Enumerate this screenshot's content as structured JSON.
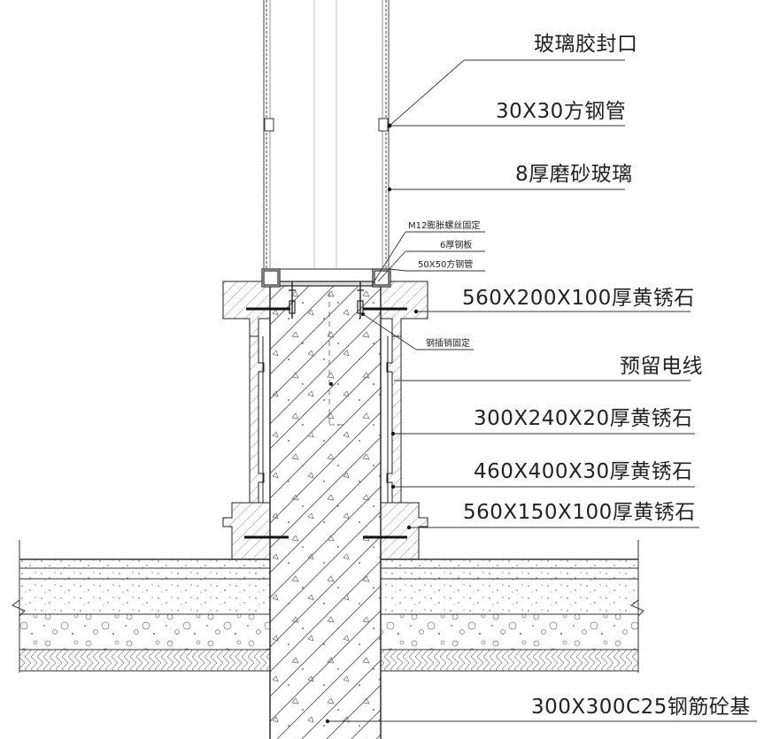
{
  "annotations": {
    "glass_sealant": "玻璃胶封口",
    "steel_tube_30": "30X30方钢管",
    "frosted_glass": "8厚磨砂玻璃",
    "m12_bolt": "M12膨胀螺丝固定",
    "steel_plate": "6厚钢板",
    "steel_tube_50": "50X50方钢管",
    "cap_stone": "560X200X100厚黄锈石",
    "steel_pin": "钢插销固定",
    "reserved_wire": "预留电线",
    "stone_300": "300X240X20厚黄锈石",
    "stone_460": "460X400X30厚黄锈石",
    "base_stone": "560X150X100厚黄锈石",
    "concrete_base": "300X300C25钢筋砼基"
  },
  "colors": {
    "line": "#222222",
    "hatch": "#444444",
    "leader": "#333333"
  }
}
